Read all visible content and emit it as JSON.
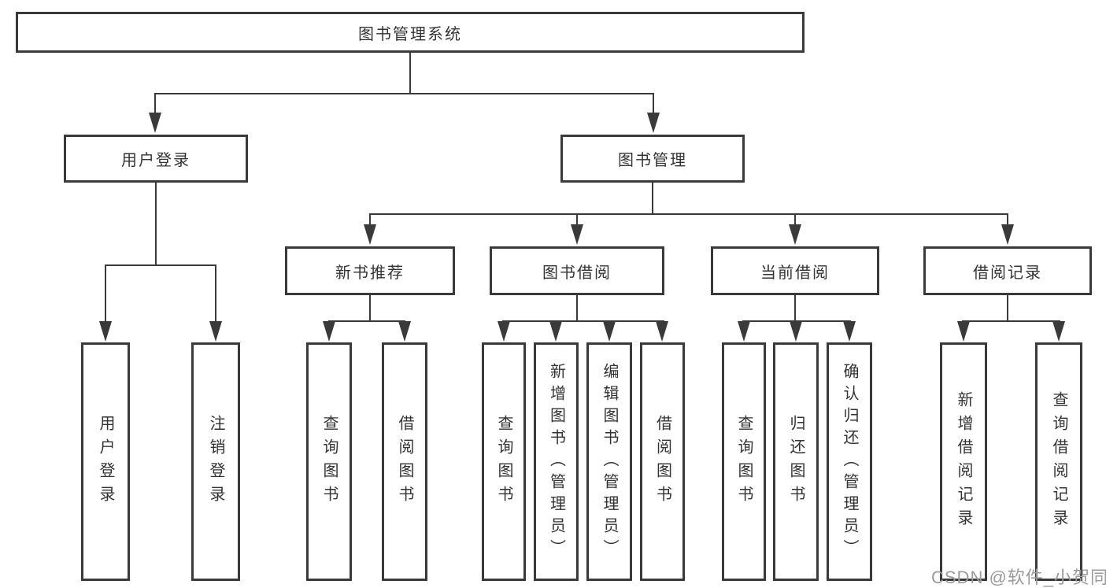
{
  "tree": {
    "label": "图书管理系统",
    "branches": [
      {
        "label": "用户登录",
        "children": [
          "用户登录",
          "注销登录"
        ]
      },
      {
        "label": "图书管理",
        "children": [
          {
            "label": "新书推荐",
            "children": [
              "查询图书",
              "借阅图书"
            ]
          },
          {
            "label": "图书借阅",
            "children": [
              "查询图书",
              "新增图书（管理员）",
              "编辑图书（管理员）",
              "借阅图书"
            ]
          },
          {
            "label": "当前借阅",
            "children": [
              "查询图书",
              "归还图书",
              "确认归还（管理员）"
            ]
          },
          {
            "label": "借阅记录",
            "children": [
              "新增借阅记录",
              "查询借阅记录"
            ]
          }
        ]
      }
    ]
  },
  "watermark": "CSDN @软件_小贺同学",
  "colors": {
    "line": "#3a3a3a",
    "text": "#333333",
    "watermark": "#9b9b9b",
    "background": "#ffffff"
  }
}
